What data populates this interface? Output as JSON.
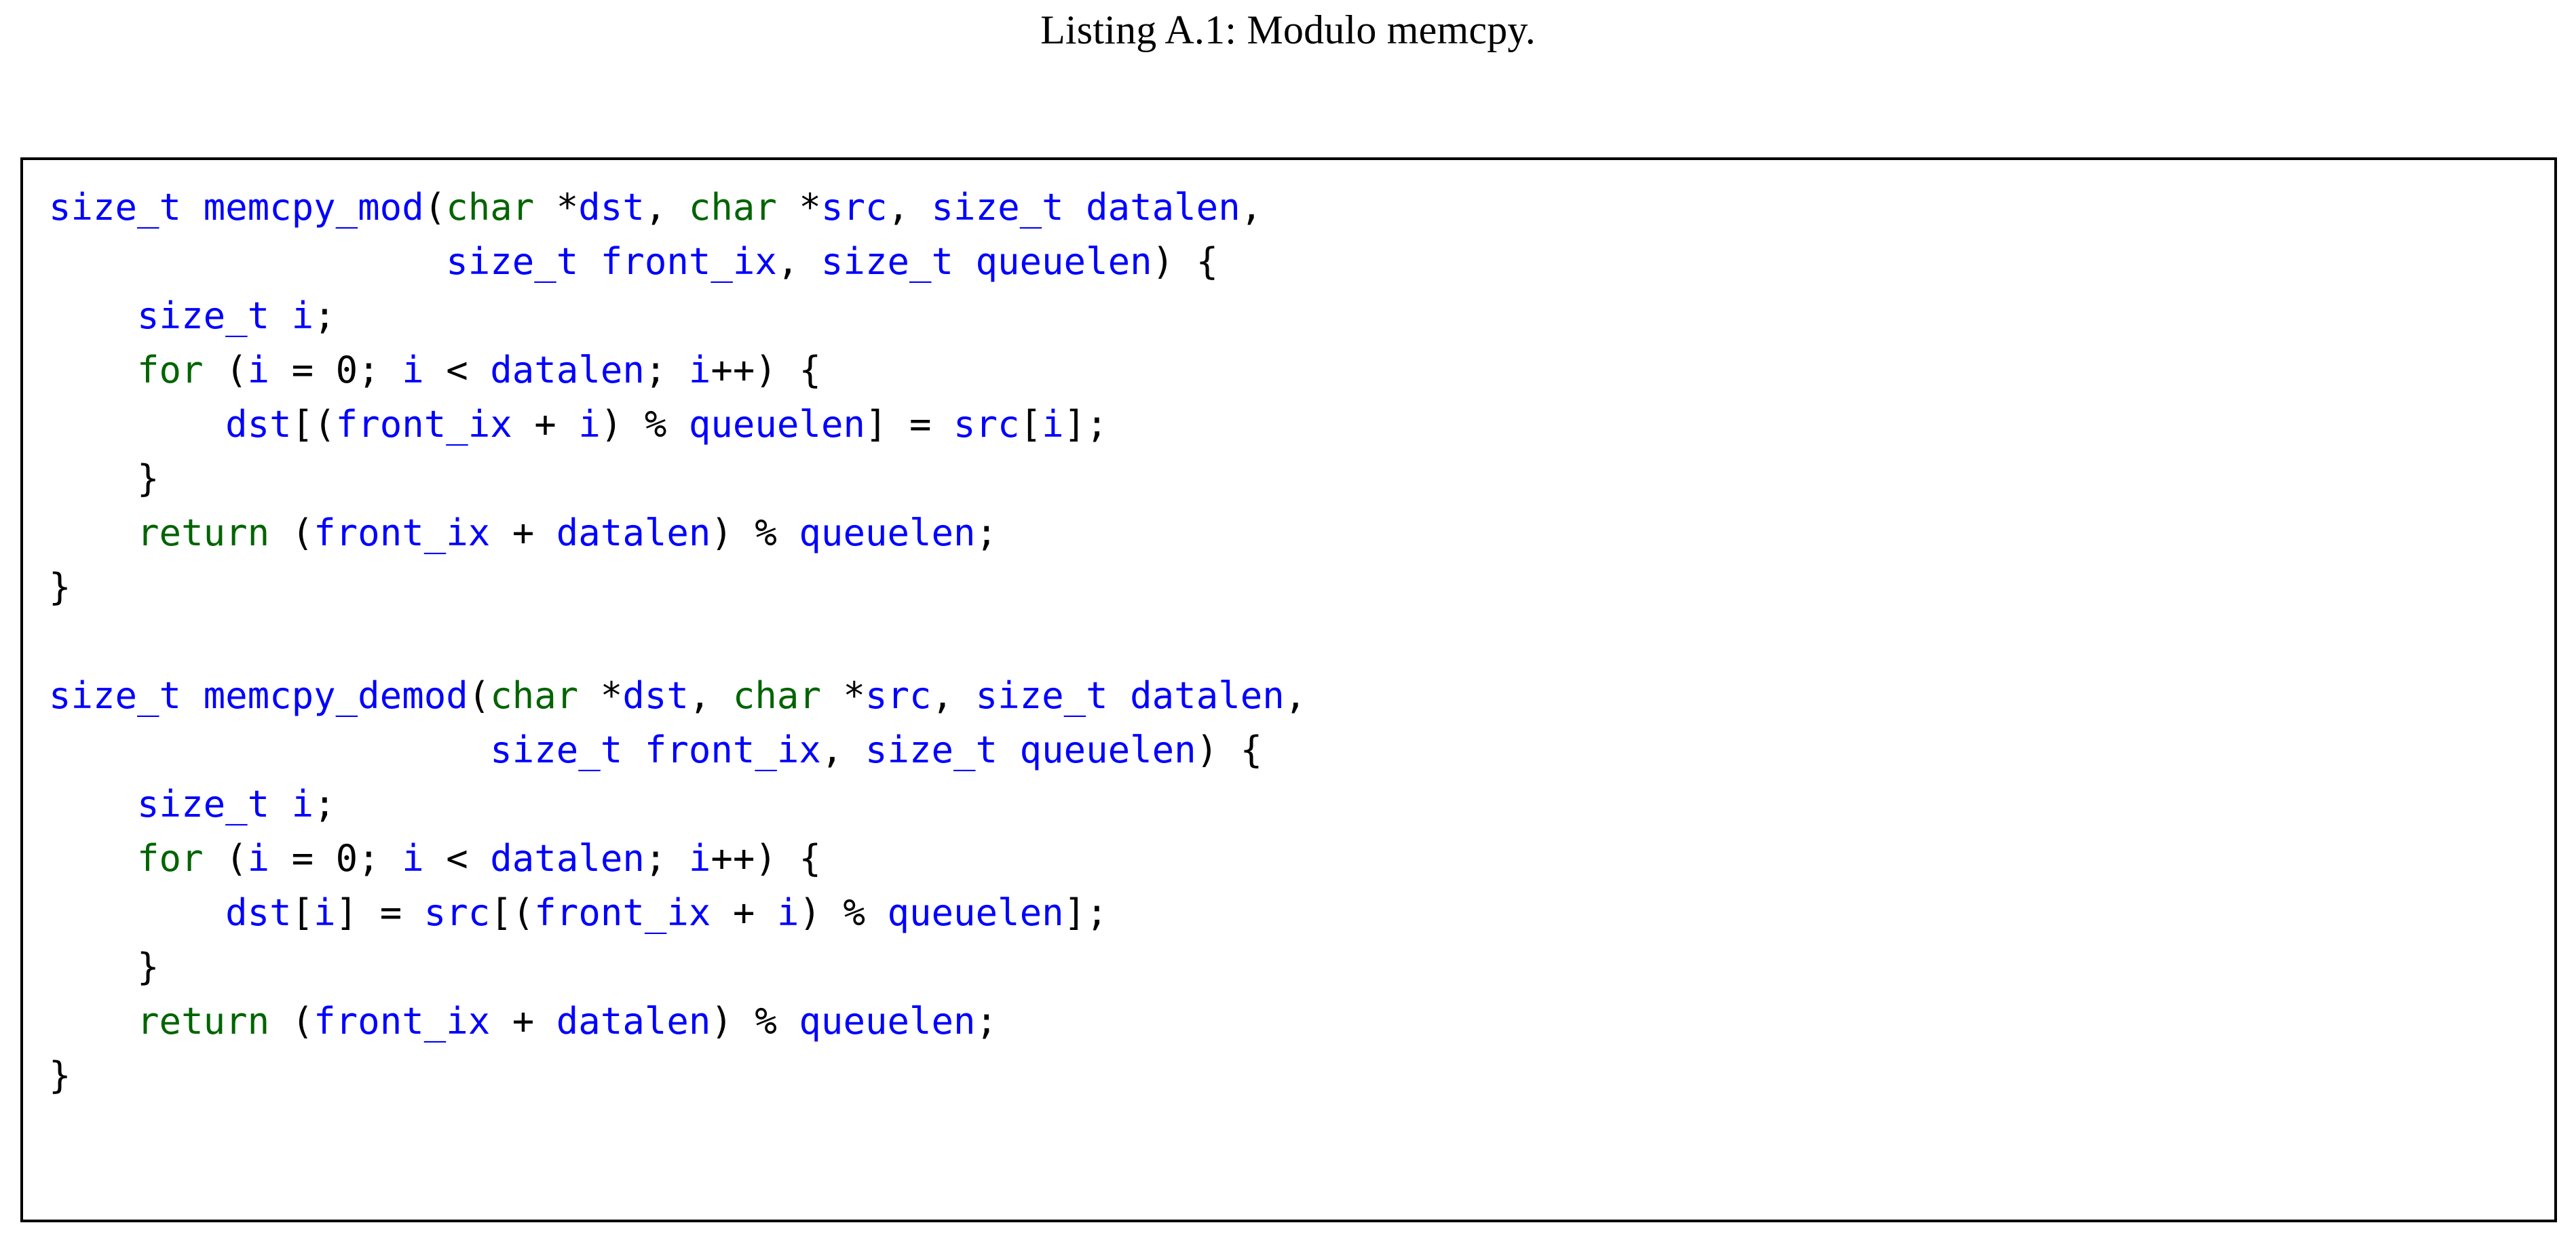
{
  "document": {
    "caption": "Listing A.1: Modulo memcpy.",
    "language": "C",
    "colors": {
      "keyword": "#006400",
      "identifier": "#0000ff",
      "punctuation": "#000000",
      "border": "#000000",
      "background": "#ffffff"
    }
  },
  "code": {
    "lines": [
      {
        "n": 1,
        "text": "size_t memcpy_mod(char *dst, char *src, size_t datalen,",
        "tokens": [
          {
            "t": "size_t",
            "c": "id"
          },
          {
            "t": " ",
            "c": "pun"
          },
          {
            "t": "memcpy_mod",
            "c": "id"
          },
          {
            "t": "(",
            "c": "pun"
          },
          {
            "t": "char",
            "c": "kw"
          },
          {
            "t": " *",
            "c": "pun"
          },
          {
            "t": "dst",
            "c": "id"
          },
          {
            "t": ", ",
            "c": "pun"
          },
          {
            "t": "char",
            "c": "kw"
          },
          {
            "t": " *",
            "c": "pun"
          },
          {
            "t": "src",
            "c": "id"
          },
          {
            "t": ", ",
            "c": "pun"
          },
          {
            "t": "size_t",
            "c": "id"
          },
          {
            "t": " ",
            "c": "pun"
          },
          {
            "t": "datalen",
            "c": "id"
          },
          {
            "t": ",",
            "c": "pun"
          }
        ]
      },
      {
        "n": 2,
        "text": "                  size_t front_ix, size_t queuelen) {",
        "tokens": [
          {
            "t": "                  ",
            "c": "pun"
          },
          {
            "t": "size_t",
            "c": "id"
          },
          {
            "t": " ",
            "c": "pun"
          },
          {
            "t": "front_ix",
            "c": "id"
          },
          {
            "t": ", ",
            "c": "pun"
          },
          {
            "t": "size_t",
            "c": "id"
          },
          {
            "t": " ",
            "c": "pun"
          },
          {
            "t": "queuelen",
            "c": "id"
          },
          {
            "t": ") {",
            "c": "pun"
          }
        ]
      },
      {
        "n": 3,
        "text": "    size_t i;",
        "tokens": [
          {
            "t": "    ",
            "c": "pun"
          },
          {
            "t": "size_t",
            "c": "id"
          },
          {
            "t": " ",
            "c": "pun"
          },
          {
            "t": "i",
            "c": "id"
          },
          {
            "t": ";",
            "c": "pun"
          }
        ]
      },
      {
        "n": 4,
        "text": "    for (i = 0; i < datalen; i++) {",
        "tokens": [
          {
            "t": "    ",
            "c": "pun"
          },
          {
            "t": "for",
            "c": "kw"
          },
          {
            "t": " (",
            "c": "pun"
          },
          {
            "t": "i",
            "c": "id"
          },
          {
            "t": " = 0; ",
            "c": "pun"
          },
          {
            "t": "i",
            "c": "id"
          },
          {
            "t": " < ",
            "c": "pun"
          },
          {
            "t": "datalen",
            "c": "id"
          },
          {
            "t": "; ",
            "c": "pun"
          },
          {
            "t": "i",
            "c": "id"
          },
          {
            "t": "++) {",
            "c": "pun"
          }
        ]
      },
      {
        "n": 5,
        "text": "        dst[(front_ix + i) % queuelen] = src[i];",
        "tokens": [
          {
            "t": "        ",
            "c": "pun"
          },
          {
            "t": "dst",
            "c": "id"
          },
          {
            "t": "[(",
            "c": "pun"
          },
          {
            "t": "front_ix",
            "c": "id"
          },
          {
            "t": " + ",
            "c": "pun"
          },
          {
            "t": "i",
            "c": "id"
          },
          {
            "t": ") % ",
            "c": "pun"
          },
          {
            "t": "queuelen",
            "c": "id"
          },
          {
            "t": "] = ",
            "c": "pun"
          },
          {
            "t": "src",
            "c": "id"
          },
          {
            "t": "[",
            "c": "pun"
          },
          {
            "t": "i",
            "c": "id"
          },
          {
            "t": "];",
            "c": "pun"
          }
        ]
      },
      {
        "n": 6,
        "text": "    }",
        "tokens": [
          {
            "t": "    }",
            "c": "pun"
          }
        ]
      },
      {
        "n": 7,
        "text": "    return (front_ix + datalen) % queuelen;",
        "tokens": [
          {
            "t": "    ",
            "c": "pun"
          },
          {
            "t": "return",
            "c": "kw"
          },
          {
            "t": " (",
            "c": "pun"
          },
          {
            "t": "front_ix",
            "c": "id"
          },
          {
            "t": " + ",
            "c": "pun"
          },
          {
            "t": "datalen",
            "c": "id"
          },
          {
            "t": ") % ",
            "c": "pun"
          },
          {
            "t": "queuelen",
            "c": "id"
          },
          {
            "t": ";",
            "c": "pun"
          }
        ]
      },
      {
        "n": 8,
        "text": "}",
        "tokens": [
          {
            "t": "}",
            "c": "pun"
          }
        ]
      },
      {
        "n": 9,
        "text": "",
        "tokens": []
      },
      {
        "n": 10,
        "text": "size_t memcpy_demod(char *dst, char *src, size_t datalen,",
        "tokens": [
          {
            "t": "size_t",
            "c": "id"
          },
          {
            "t": " ",
            "c": "pun"
          },
          {
            "t": "memcpy_demod",
            "c": "id"
          },
          {
            "t": "(",
            "c": "pun"
          },
          {
            "t": "char",
            "c": "kw"
          },
          {
            "t": " *",
            "c": "pun"
          },
          {
            "t": "dst",
            "c": "id"
          },
          {
            "t": ", ",
            "c": "pun"
          },
          {
            "t": "char",
            "c": "kw"
          },
          {
            "t": " *",
            "c": "pun"
          },
          {
            "t": "src",
            "c": "id"
          },
          {
            "t": ", ",
            "c": "pun"
          },
          {
            "t": "size_t",
            "c": "id"
          },
          {
            "t": " ",
            "c": "pun"
          },
          {
            "t": "datalen",
            "c": "id"
          },
          {
            "t": ",",
            "c": "pun"
          }
        ]
      },
      {
        "n": 11,
        "text": "                    size_t front_ix, size_t queuelen) {",
        "tokens": [
          {
            "t": "                    ",
            "c": "pun"
          },
          {
            "t": "size_t",
            "c": "id"
          },
          {
            "t": " ",
            "c": "pun"
          },
          {
            "t": "front_ix",
            "c": "id"
          },
          {
            "t": ", ",
            "c": "pun"
          },
          {
            "t": "size_t",
            "c": "id"
          },
          {
            "t": " ",
            "c": "pun"
          },
          {
            "t": "queuelen",
            "c": "id"
          },
          {
            "t": ") {",
            "c": "pun"
          }
        ]
      },
      {
        "n": 12,
        "text": "    size_t i;",
        "tokens": [
          {
            "t": "    ",
            "c": "pun"
          },
          {
            "t": "size_t",
            "c": "id"
          },
          {
            "t": " ",
            "c": "pun"
          },
          {
            "t": "i",
            "c": "id"
          },
          {
            "t": ";",
            "c": "pun"
          }
        ]
      },
      {
        "n": 13,
        "text": "    for (i = 0; i < datalen; i++) {",
        "tokens": [
          {
            "t": "    ",
            "c": "pun"
          },
          {
            "t": "for",
            "c": "kw"
          },
          {
            "t": " (",
            "c": "pun"
          },
          {
            "t": "i",
            "c": "id"
          },
          {
            "t": " = 0; ",
            "c": "pun"
          },
          {
            "t": "i",
            "c": "id"
          },
          {
            "t": " < ",
            "c": "pun"
          },
          {
            "t": "datalen",
            "c": "id"
          },
          {
            "t": "; ",
            "c": "pun"
          },
          {
            "t": "i",
            "c": "id"
          },
          {
            "t": "++) {",
            "c": "pun"
          }
        ]
      },
      {
        "n": 14,
        "text": "        dst[i] = src[(front_ix + i) % queuelen];",
        "tokens": [
          {
            "t": "        ",
            "c": "pun"
          },
          {
            "t": "dst",
            "c": "id"
          },
          {
            "t": "[",
            "c": "pun"
          },
          {
            "t": "i",
            "c": "id"
          },
          {
            "t": "] = ",
            "c": "pun"
          },
          {
            "t": "src",
            "c": "id"
          },
          {
            "t": "[(",
            "c": "pun"
          },
          {
            "t": "front_ix",
            "c": "id"
          },
          {
            "t": " + ",
            "c": "pun"
          },
          {
            "t": "i",
            "c": "id"
          },
          {
            "t": ") % ",
            "c": "pun"
          },
          {
            "t": "queuelen",
            "c": "id"
          },
          {
            "t": "];",
            "c": "pun"
          }
        ]
      },
      {
        "n": 15,
        "text": "    }",
        "tokens": [
          {
            "t": "    }",
            "c": "pun"
          }
        ]
      },
      {
        "n": 16,
        "text": "    return (front_ix + datalen) % queuelen;",
        "tokens": [
          {
            "t": "    ",
            "c": "pun"
          },
          {
            "t": "return",
            "c": "kw"
          },
          {
            "t": " (",
            "c": "pun"
          },
          {
            "t": "front_ix",
            "c": "id"
          },
          {
            "t": " + ",
            "c": "pun"
          },
          {
            "t": "datalen",
            "c": "id"
          },
          {
            "t": ") % ",
            "c": "pun"
          },
          {
            "t": "queuelen",
            "c": "id"
          },
          {
            "t": ";",
            "c": "pun"
          }
        ]
      },
      {
        "n": 17,
        "text": "}",
        "tokens": [
          {
            "t": "}",
            "c": "pun"
          }
        ]
      }
    ]
  }
}
